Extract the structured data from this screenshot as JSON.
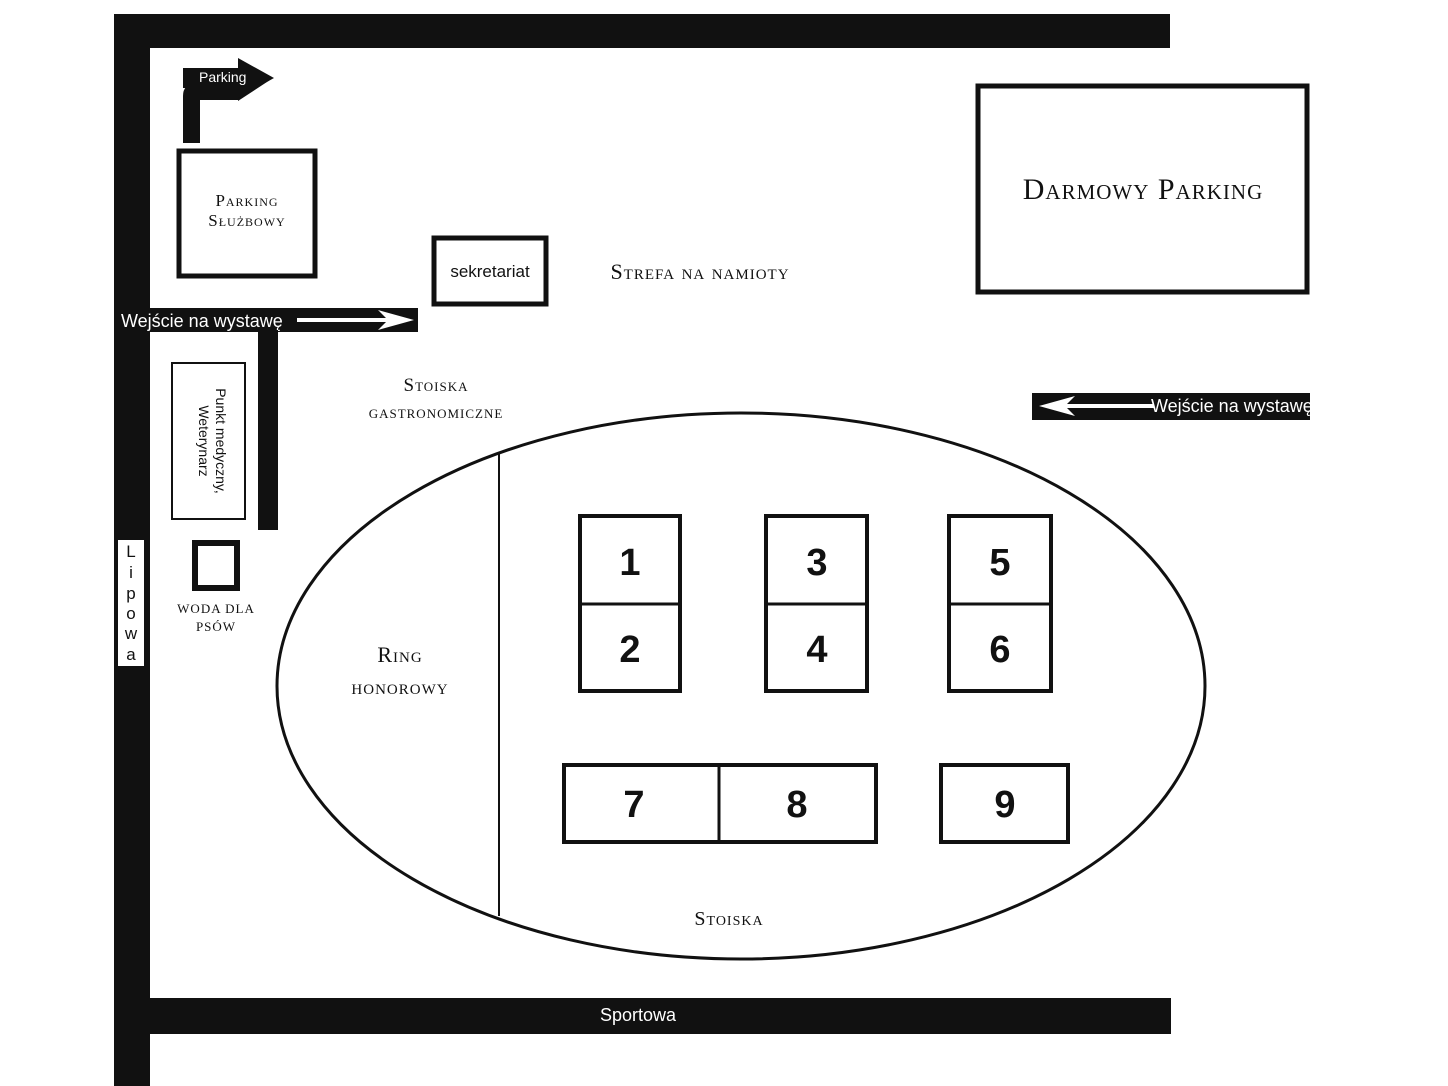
{
  "map": {
    "streets": {
      "bottom": "Sportowa",
      "left_letters": [
        "L",
        "i",
        "p",
        "o",
        "w",
        "a"
      ]
    },
    "parking_arrow_label": "Parking",
    "staff_parking": {
      "line1": "Parking",
      "line2": "Służbowy"
    },
    "free_parking": "Darmowy Parking",
    "secretariat": "sekretariat",
    "tent_zone": "Strefa na namioty",
    "entrance_left": "Wejście na wystawę",
    "entrance_right": "Wejście na wystawę",
    "medical": {
      "line1": "Punkt medyczny,",
      "line2": "Weterynarz"
    },
    "dog_water": {
      "line1": "WODA DLA",
      "line2": "PSÓW"
    },
    "food_stalls": {
      "line1": "Stoiska",
      "line2": "gastronomiczne"
    },
    "honor_ring": {
      "line1": "Ring",
      "line2": "honorowy"
    },
    "stalls": "Stoiska",
    "rings": [
      "1",
      "2",
      "3",
      "4",
      "5",
      "6",
      "7",
      "8",
      "9"
    ]
  },
  "colors": {
    "ink": "#111111",
    "background": "#ffffff"
  }
}
